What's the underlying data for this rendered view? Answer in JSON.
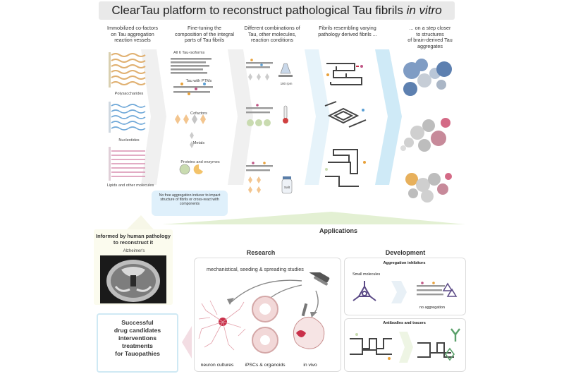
{
  "title_main": "ClearTau platform to reconstruct pathological Tau fibrils ",
  "title_italic": "in vitro",
  "columns": {
    "col1": [
      "Immobilized co-factors",
      "on Tau aggregation",
      "reaction vessels"
    ],
    "col2": [
      "Fine-tuning the",
      "composition of the integral",
      "parts of Tau fibrils"
    ],
    "col3": [
      "Different combinations of",
      "Tau, other molecules,",
      "reaction conditions"
    ],
    "col4": [
      "Fibrils resembling varying",
      "pathology derived fibrils ..."
    ],
    "col5": [
      "... on a step closer",
      "to structures",
      "of brain-derived Tau",
      "aggregates"
    ]
  },
  "cofactor_labels": {
    "polysaccharides": "Polysaccharides",
    "nucleotides": "Nucleotides",
    "lipids": "Lipids and other molecules"
  },
  "component_labels": {
    "isoforms": "All 6 Tau-isoforms",
    "ptms": "Tau with PTMs",
    "cofactors": "Cofactors",
    "metals": "Metals",
    "proteins": "Proteins and enzymes"
  },
  "condition_labels": {
    "rpm": "180 rpm",
    "salt": "Salt"
  },
  "note": "No free aggregation inducer to impact structure of fibrils or cross-react with components",
  "applications": "Applications",
  "pathology": {
    "title": [
      "Informed by human pathology",
      "to reconstruct it"
    ],
    "alzheimers": "Alzheimer's"
  },
  "research": {
    "title": "Research",
    "subtitle": "mechanistical, seeding & spreading studies",
    "labels": [
      "neuron cultures",
      "iPSCs & organoids",
      "in vivo"
    ]
  },
  "development": {
    "title": "Development",
    "inhibitors_title": "Aggregation inhibitors",
    "small_molecules": "Small molecules",
    "no_aggregation": "no aggregation",
    "antibodies_title": "Antibodies and tracers"
  },
  "candidates": [
    "Successful",
    "drug candidates",
    "interventions",
    "treatments",
    "for Tauopathies"
  ],
  "colors": {
    "title_bg": "#e9e9e9",
    "arrow_gray": "#f0f0f0",
    "arrow_blue": "#cfeaf7",
    "applications_green": "#e3f0d3",
    "inhibitor_purple": "#5b4a86",
    "antibody_green": "#5aa06a",
    "tau_red": "#c9304a",
    "candidates_border": "#cfe9f4"
  }
}
